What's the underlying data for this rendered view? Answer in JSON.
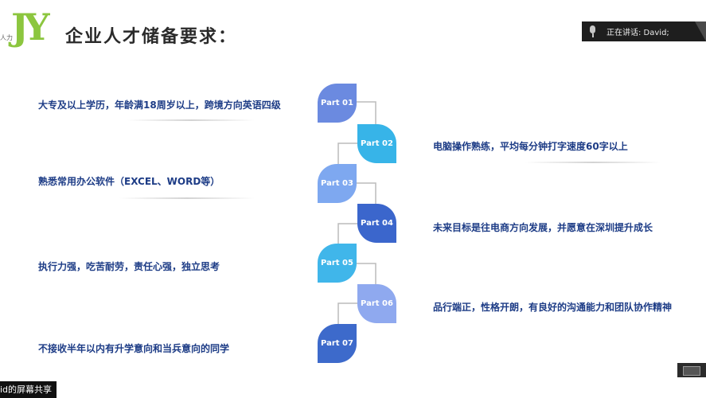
{
  "slide": {
    "title": "企业人才储备要求："
  },
  "logo": {
    "small_text": "人力",
    "mark": "JY"
  },
  "speaker_bar": {
    "label": "正在讲话: David;"
  },
  "parts": [
    {
      "label": "Part 01",
      "color": "#6b8ae0"
    },
    {
      "label": "Part 02",
      "color": "#37b4e8"
    },
    {
      "label": "Part 03",
      "color": "#7ea8f0"
    },
    {
      "label": "Part 04",
      "color": "#3b66cc"
    },
    {
      "label": "Part 05",
      "color": "#40b6ea"
    },
    {
      "label": "Part 06",
      "color": "#8fa9ef"
    },
    {
      "label": "Part 07",
      "color": "#3d6acb"
    }
  ],
  "requirements_left": [
    "大专及以上学历，年龄满18周岁以上，跨境方向英语四级",
    "熟悉常用办公软件（EXCEL、WORD等）",
    "执行力强，吃苦耐劳，责任心强，独立思考",
    "不接收半年以内有升学意向和当兵意向的同学"
  ],
  "requirements_right": [
    "电脑操作熟练，平均每分钟打字速度60字以上",
    "未来目标是往电商方向发展，并愿意在深圳提升成长",
    "品行端正，性格开朗，有良好的沟通能力和团队协作精神"
  ],
  "share_label": "id的屏幕共享",
  "colors": {
    "title_text": "#2a2a2a",
    "requirement_text": "#1d3c86",
    "logo_green": "#8cc63f",
    "connector": "#bcbcbc"
  }
}
